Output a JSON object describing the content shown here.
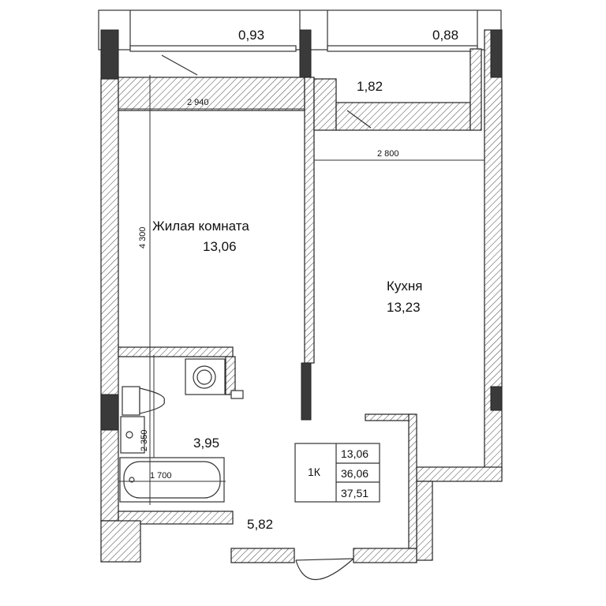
{
  "rooms": {
    "living": {
      "name": "Жилая комната",
      "area": "13,06"
    },
    "kitchen": {
      "name": "Кухня",
      "area": "13,23"
    },
    "bathroom": {
      "area": "3,95"
    },
    "hall": {
      "area": "5,82"
    },
    "balcony_left": {
      "area": "0,93"
    },
    "balcony_right": {
      "area": "0,88"
    },
    "loggia_mid": {
      "area": "1,82"
    }
  },
  "dimensions": {
    "living_width": "2 940",
    "living_depth": "4 300",
    "kitchen_width": "2 800",
    "bath_width": "1 700",
    "bath_depth": "2 350"
  },
  "summary": {
    "type": "1К",
    "living_area": "13,06",
    "total_area": "36,06",
    "total_with_balcony": "37,51"
  }
}
